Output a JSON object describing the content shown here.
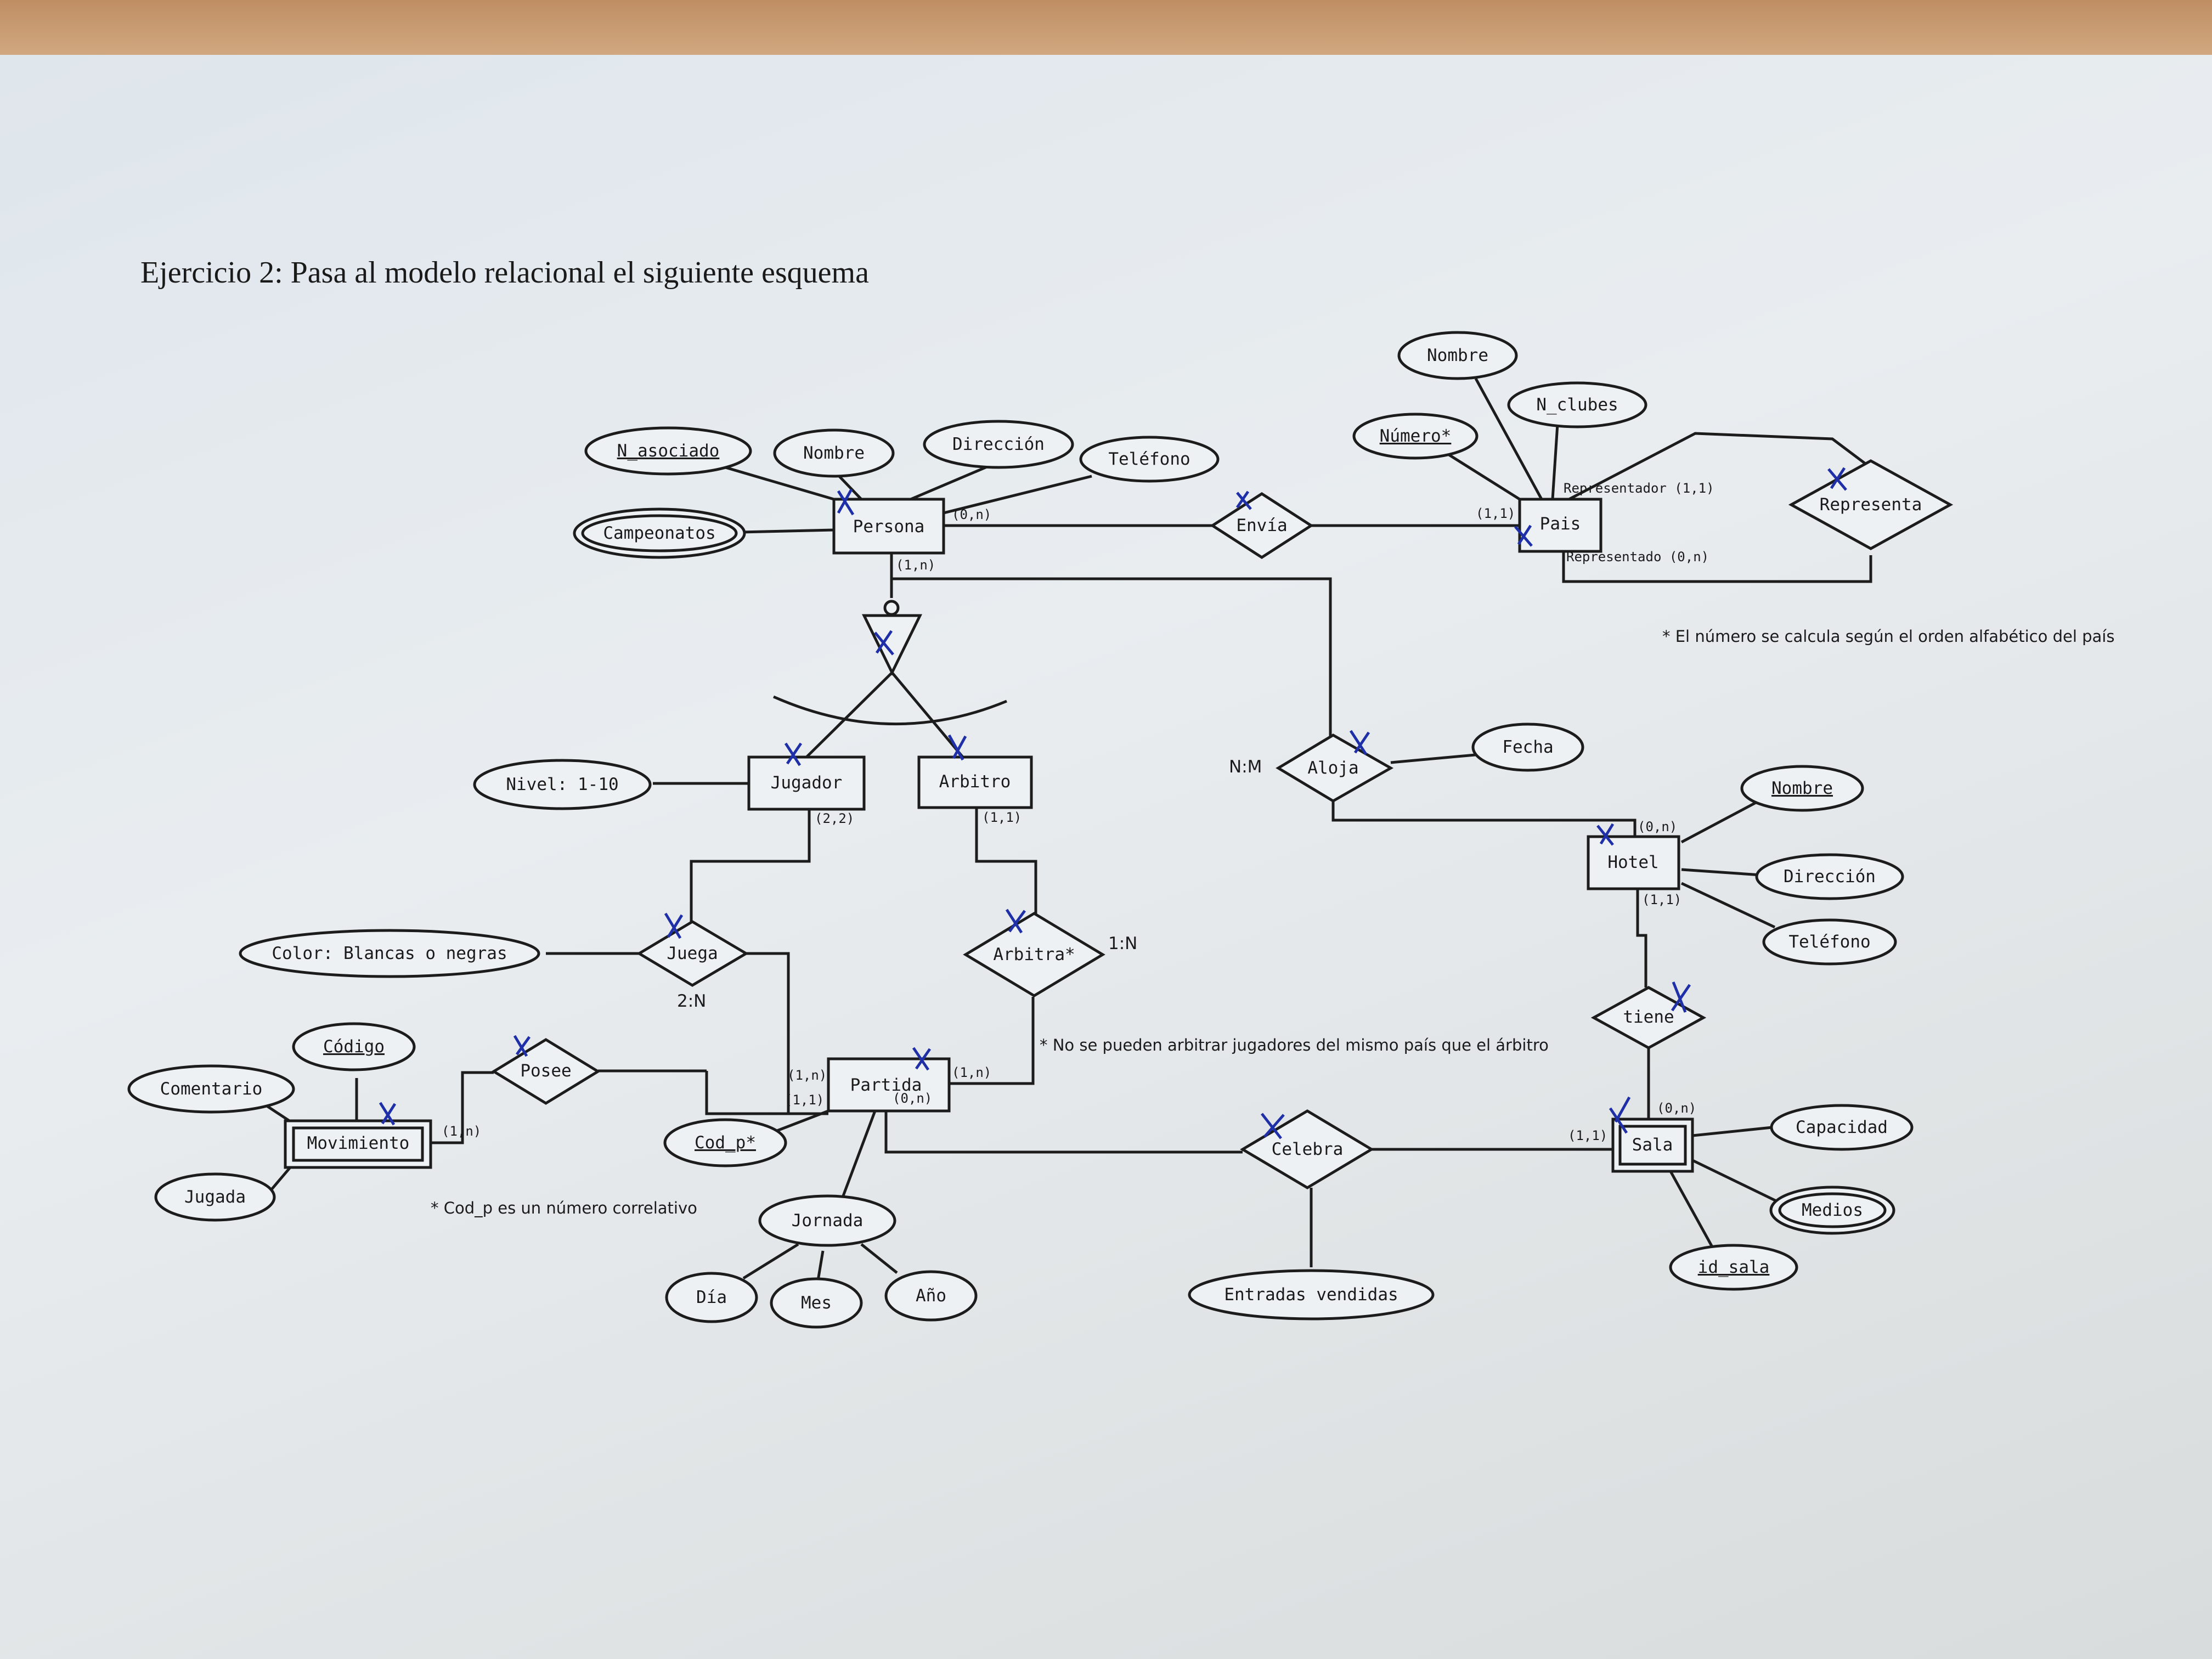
{
  "title": "Ejercicio 2: Pasa al modelo relacional el siguiente esquema",
  "notes": {
    "numero": "* El número se calcula según el orden alfabético del país",
    "arbitra": "* No se pueden arbitrar jugadores del mismo país que el árbitro",
    "cod_p": "* Cod_p es un número correlativo"
  },
  "entities": {
    "persona": "Persona",
    "jugador": "Jugador",
    "arbitro": "Arbitro",
    "pais": "Pais",
    "hotel": "Hotel",
    "partida": "Partida",
    "movimiento": "Movimiento",
    "sala": "Sala"
  },
  "relationships": {
    "envia": "Envía",
    "representa": "Representa",
    "aloja": "Aloja",
    "juega": "Juega",
    "arbitra": "Arbitra*",
    "posee": "Posee",
    "tiene": "tiene",
    "celebra": "Celebra"
  },
  "attributes": {
    "n_asociado": "N_asociado",
    "persona_nombre": "Nombre",
    "persona_direccion": "Dirección",
    "persona_telefono": "Teléfono",
    "campeonatos": "Campeonatos",
    "pais_nombre": "Nombre",
    "n_clubes": "N_clubes",
    "numero": "Número*",
    "fecha": "Fecha",
    "hotel_nombre": "Nombre",
    "hotel_direccion": "Dirección",
    "hotel_telefono": "Teléfono",
    "nivel": "Nivel: 1-10",
    "color": "Color: Blancas o negras",
    "codigo": "Código",
    "comentario": "Comentario",
    "jugada": "Jugada",
    "cod_p": "Cod_p*",
    "jornada": "Jornada",
    "dia": "Día",
    "mes": "Mes",
    "anio": "Año",
    "entradas": "Entradas vendidas",
    "capacidad": "Capacidad",
    "medios": "Medios",
    "id_sala": "id_sala"
  },
  "cardinalities": {
    "persona_envia": "(0,n)",
    "persona_aloja": "(1,n)",
    "pais_envia": "(1,1)",
    "representador": "Representador (1,1)",
    "representado": "Representado (0,n)",
    "jugador_juega": "(2,2)",
    "arbitro_arbitra": "(1,1)",
    "hotel_aloja": "(0,n)",
    "hotel_tiene": "(1,1)",
    "partida_juega": "(1,n)",
    "partida_posee": "(1,1)",
    "partida_arbitra": "(1,n)",
    "partida_celebra": "(0,n)",
    "movimiento_posee": "(1,n)",
    "sala_celebra": "(1,1)",
    "sala_tiene": "(0,n)"
  },
  "ratios": {
    "aloja": "N:M",
    "arbitra": "1:N",
    "juega": "2:N"
  }
}
